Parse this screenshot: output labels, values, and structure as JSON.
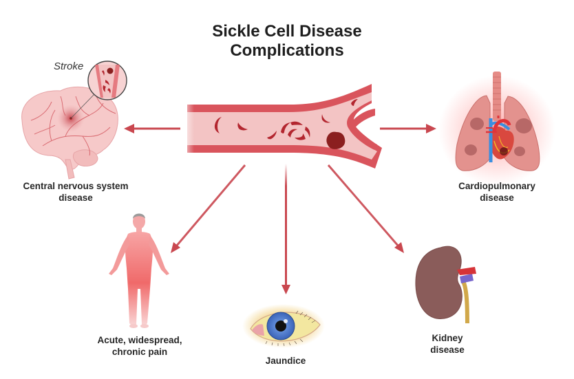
{
  "title": {
    "line1": "Sickle Cell Disease",
    "line2": "Complications"
  },
  "center": {
    "name": "blood-vessel",
    "description": "Blood vessel with sickle-shaped red blood cells and a clot"
  },
  "inset": {
    "label": "Stroke"
  },
  "complications": [
    {
      "id": "cns",
      "line1": "Central nervous system",
      "line2": "disease",
      "icon": "brain-icon"
    },
    {
      "id": "cardio",
      "line1": "Cardiopulmonary",
      "line2": "disease",
      "icon": "lungs-heart-icon"
    },
    {
      "id": "pain",
      "line1": "Acute, widespread,",
      "line2": "chronic pain",
      "icon": "human-body-icon"
    },
    {
      "id": "jaundice",
      "line1": "Jaundice",
      "line2": "",
      "icon": "eye-icon"
    },
    {
      "id": "kidney",
      "line1": "Kidney",
      "line2": "disease",
      "icon": "kidney-icon"
    }
  ],
  "colors": {
    "arrow": "#c9474f",
    "vessel_wall": "#d9545c",
    "vessel_inner": "#f3c4c4",
    "sickle_cell": "#b3262f",
    "clot": "#8b1f1f",
    "text": "#222222"
  }
}
